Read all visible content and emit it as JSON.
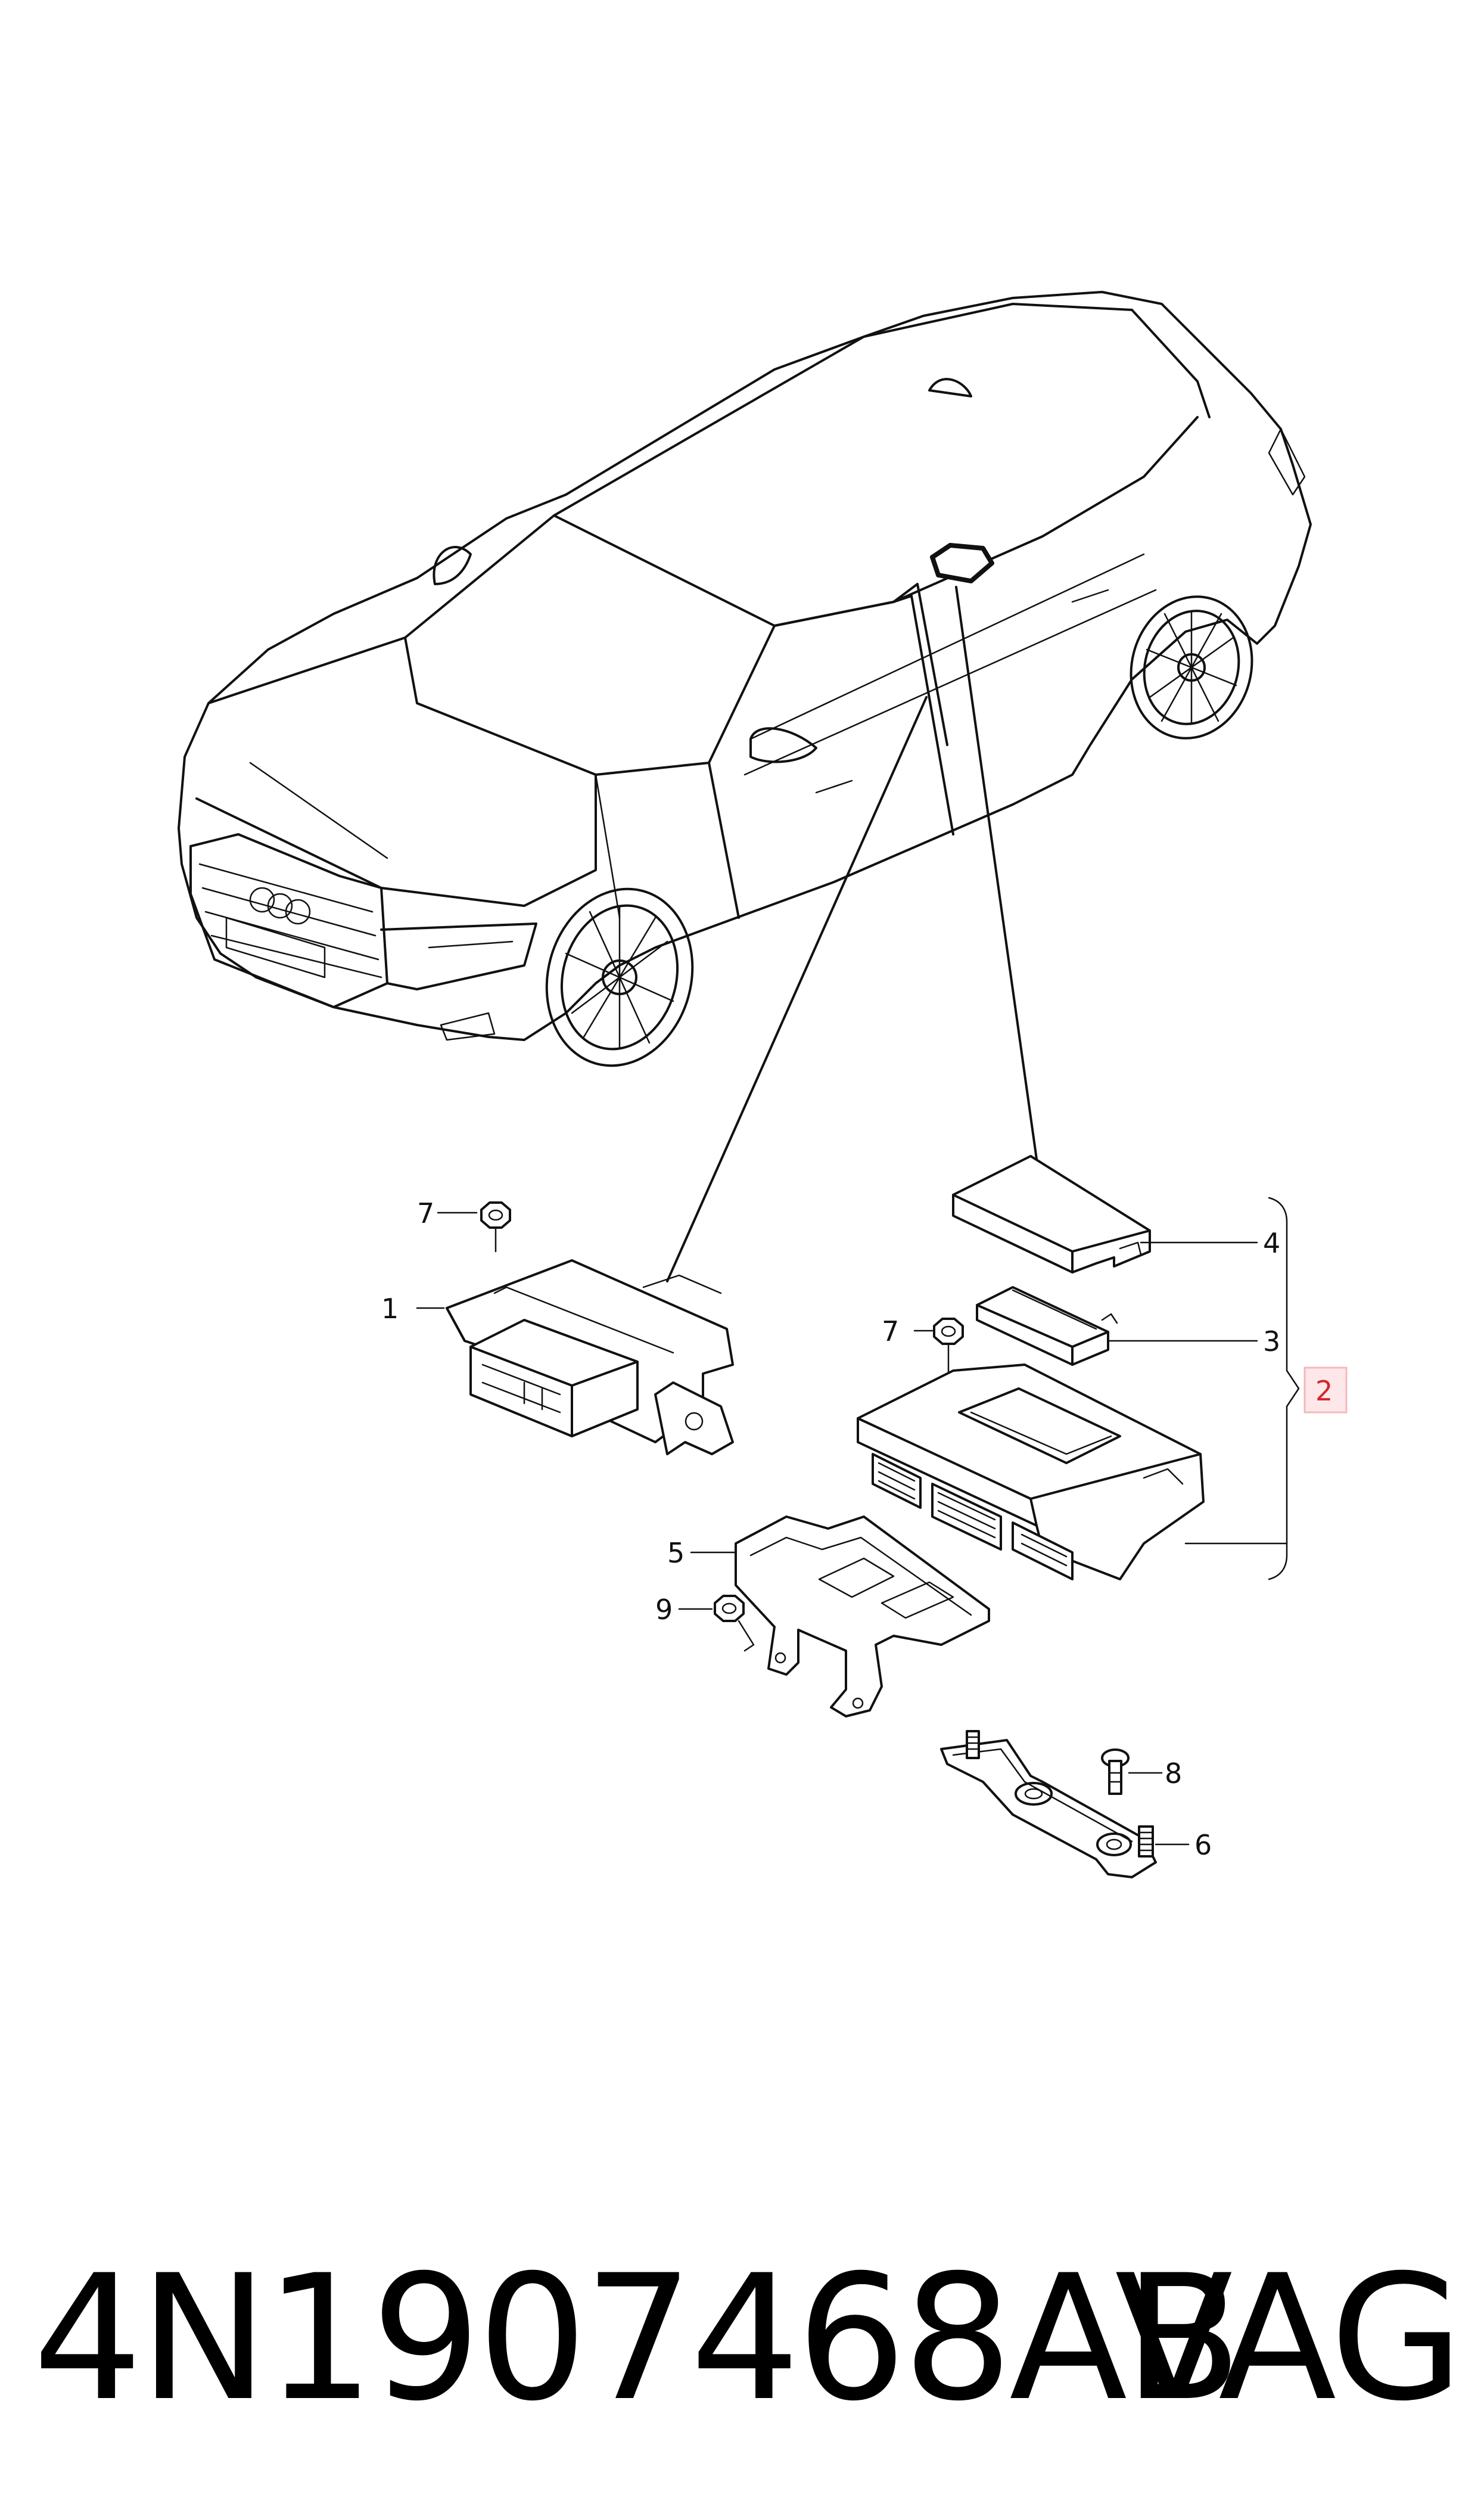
{
  "callouts": {
    "c1": "1",
    "c2": "2",
    "c3": "3",
    "c4": "4",
    "c5": "5",
    "c6": "6",
    "c7a": "7",
    "c7b": "7",
    "c8": "8",
    "c9": "9"
  },
  "footer": {
    "part_number": "4N1907468AB",
    "brand": "VAG"
  },
  "colors": {
    "line": "#111111",
    "highlight_box": "#f5b8bc",
    "highlight_text": "#d4252a"
  }
}
